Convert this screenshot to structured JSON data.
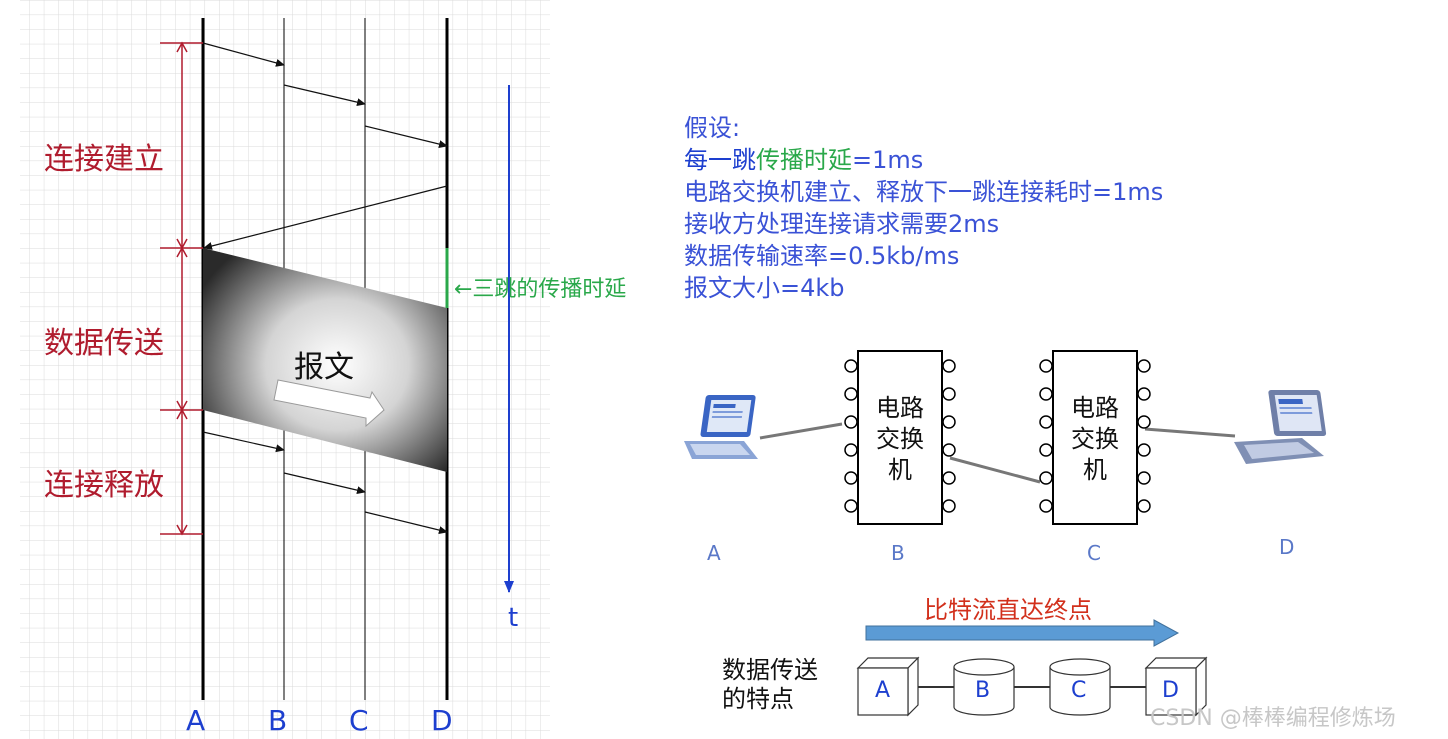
{
  "timing_diagram": {
    "phases": {
      "connect": "连接建立",
      "transfer": "数据传送",
      "release": "连接释放"
    },
    "message_label": "报文",
    "propagation_note": "←三跳的传播时延",
    "time_axis_label": "t",
    "node_labels": [
      "A",
      "B",
      "C",
      "D"
    ]
  },
  "assumptions": {
    "title": "假设:",
    "line1_prefix": "每一跳",
    "line1_highlight": "传播时延",
    "line1_suffix": "=1ms",
    "line2": "电路交换机建立、释放下一跳连接耗时=1ms",
    "line3": "接收方处理连接请求需要2ms",
    "line4": "数据传输速率=0.5kb/ms",
    "line5": "报文大小=4kb"
  },
  "network": {
    "switch_text": [
      "电路",
      "交换",
      "机"
    ],
    "labels": [
      "A",
      "B",
      "C",
      "D"
    ]
  },
  "feature": {
    "arrow_label": "比特流直达终点",
    "title_line1": "数据传送",
    "title_line2": "的特点",
    "nodes": [
      "A",
      "B",
      "C",
      "D"
    ]
  },
  "watermark": "CSDN @棒棒编程修炼场",
  "colors": {
    "phase": "#b01c2e",
    "node": "#1d3fcf",
    "assumption": "#3a52d6",
    "highlight": "#2aa84a",
    "bit_label": "#d2301c",
    "bit_arrow": "#5b9bd5"
  }
}
